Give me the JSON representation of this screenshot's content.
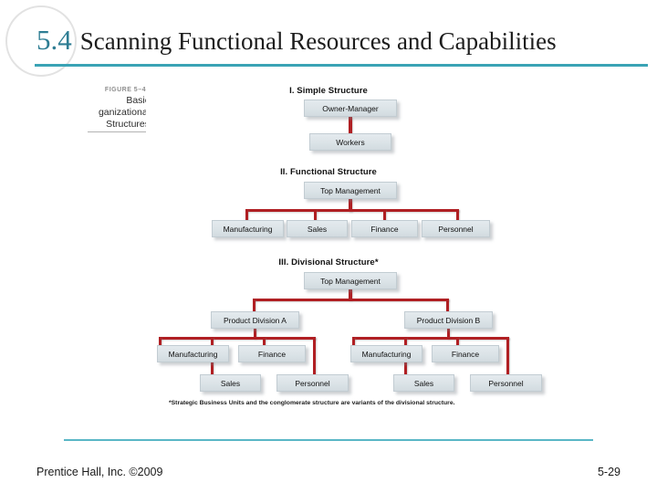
{
  "slide": {
    "header": {
      "number": "5.4",
      "title": "Scanning Functional Resources and Capabilities"
    },
    "footer": {
      "copyright": "Prentice Hall, Inc. ©2009",
      "page": "5-29"
    }
  },
  "figure": {
    "label": "FIGURE 5–4",
    "title_line1": "Basic",
    "title_line2": "ganizational",
    "title_line3": "Structures",
    "footnote": "*Strategic Business Units and the conglomerate structure are variants of the divisional structure.",
    "sections": [
      {
        "heading": "I. Simple Structure"
      },
      {
        "heading": "II. Functional Structure"
      },
      {
        "heading": "III. Divisional Structure*"
      }
    ],
    "nodes": {
      "simple_owner": "Owner-Manager",
      "simple_workers": "Workers",
      "func_top": "Top Management",
      "func_manufacturing": "Manufacturing",
      "func_sales": "Sales",
      "func_finance": "Finance",
      "func_personnel": "Personnel",
      "div_top": "Top Management",
      "div_a": "Product Division A",
      "div_b": "Product Division B",
      "div_a_manufacturing": "Manufacturing",
      "div_a_finance": "Finance",
      "div_a_sales": "Sales",
      "div_a_personnel": "Personnel",
      "div_b_manufacturing": "Manufacturing",
      "div_b_finance": "Finance",
      "div_b_sales": "Sales",
      "div_b_personnel": "Personnel"
    }
  },
  "colors": {
    "accent_teal": "#3aa3b5",
    "header_number": "#2e7d93",
    "connector_red": "#b01f23",
    "box_fill": "#dbe3e7",
    "footer_rule": "#5ab7c6"
  }
}
